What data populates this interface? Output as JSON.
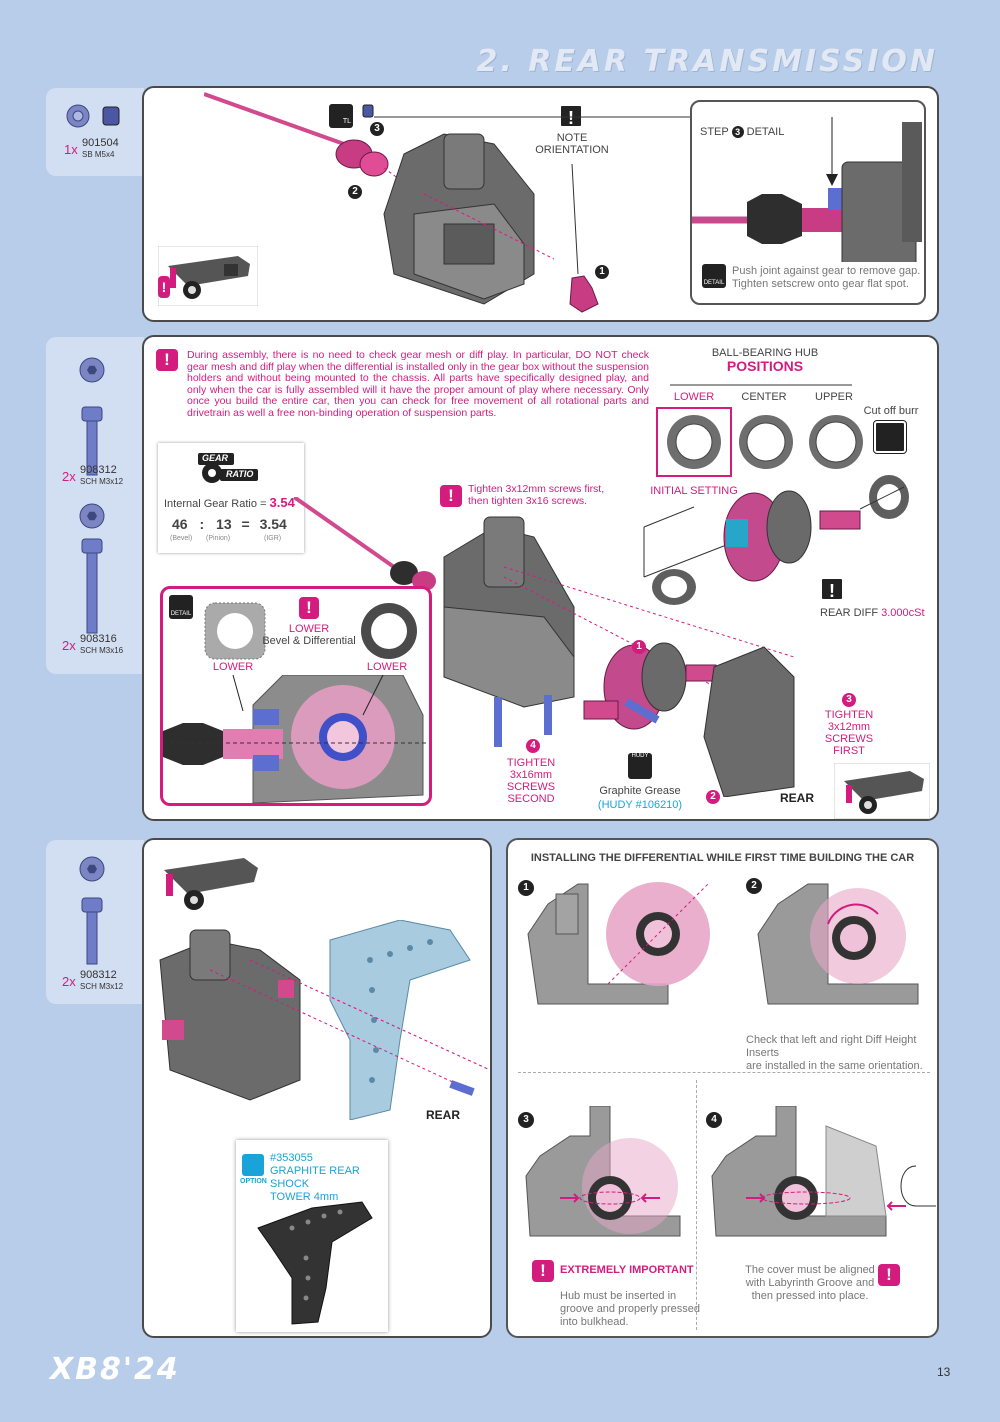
{
  "page_title": "2. REAR TRANSMISSION",
  "page_number": "13",
  "footer_logo": "XB8'24",
  "section1": {
    "part_qty": "1x",
    "part_code": "901504",
    "part_desc": "SB M5x4",
    "note_label": "NOTE\nORIENTATION",
    "step_detail": "STEP",
    "step_detail_num": "3",
    "step_detail_suffix": "DETAIL",
    "detail_text_1": "Push joint against gear to remove gap.",
    "detail_text_2": "Tighten setscrew onto gear flat spot.",
    "step1": "1",
    "step2": "2",
    "step3": "3",
    "tool_label": "TL"
  },
  "section2": {
    "part1_qty": "2x",
    "part1_code": "908312",
    "part1_desc": "SCH M3x12",
    "part2_qty": "2x",
    "part2_code": "908316",
    "part2_desc": "SCH M3x16",
    "warning": "During assembly, there is no need to check gear mesh or diff play. In particular, DO NOT check gear mesh and diff play when the differential is installed only in the gear box without the suspension holders and without being mounted to the chassis. All parts have specifically designed play, and only when the car is fully assembled will it have the proper amount of play where necessary. Only once you build the entire car, then you can check for free movement of all rotational parts and drivetrain as well a free non-binding operation of suspension parts.",
    "hub_title": "BALL-BEARING HUB",
    "hub_positions": "POSITIONS",
    "hub_lower": "LOWER",
    "hub_center": "CENTER",
    "hub_upper": "UPPER",
    "initial_setting": "INITIAL SETTING",
    "cut_off_burr": "Cut off burr",
    "gear_label_1": "GEAR",
    "gear_label_2": "RATIO",
    "igr_label": "Internal Gear Ratio",
    "igr_eq": "=",
    "igr_value": "3.54",
    "bevel_val": "46",
    "colon": ":",
    "pinion_val": "13",
    "eq": "=",
    "result_val": "3.54",
    "bevel_lbl": "(Bevel)",
    "pinion_lbl": "(Pinion)",
    "igr_lbl": "(IGR)",
    "tighten_note": "Tighten 3x12mm screws first,\nthen tighten 3x16 screws.",
    "detail_lower_title": "LOWER",
    "detail_bevel_diff": "Bevel & Differential",
    "detail_lower_left": "LOWER",
    "detail_lower_right": "LOWER",
    "detail_tag": "DETAIL",
    "rear_diff": "REAR DIFF",
    "rear_diff_oil": "3.000cSt",
    "step1": "1",
    "step2": "2",
    "step3": "3",
    "step4": "4",
    "step3_text": "TIGHTEN\n3x12mm SCREWS\nFIRST",
    "step4_text": "TIGHTEN\n3x16mm SCREWS\nSECOND",
    "grease_label": "Graphite Grease",
    "grease_code": "(HUDY #106210)",
    "hudy_tag": "HUDY",
    "rear_label": "REAR"
  },
  "section3": {
    "part_qty": "2x",
    "part_code": "908312",
    "part_desc": "SCH M3x12",
    "rear_label": "REAR",
    "option_code": "#353055",
    "option_name": "GRAPHITE REAR SHOCK\nTOWER 4mm",
    "option_tag": "OPTION"
  },
  "section4": {
    "title": "INSTALLING THE DIFFERENTIAL WHILE FIRST TIME BUILDING THE CAR",
    "step1": "1",
    "step2": "2",
    "step3": "3",
    "step4": "4",
    "check_text": "Check that left and right Diff Height Inserts\nare installed in the same orientation.",
    "important": "EXTREMELY IMPORTANT",
    "hub_text": "Hub must be inserted in\ngroove and properly pressed\ninto bulkhead.",
    "cover_text": "The cover must be aligned\nwith Labyrinth Groove and\nthen pressed into place."
  },
  "colors": {
    "accent": "#d41c7f",
    "cyan": "#1aa3d8",
    "background": "#b8cde9"
  }
}
